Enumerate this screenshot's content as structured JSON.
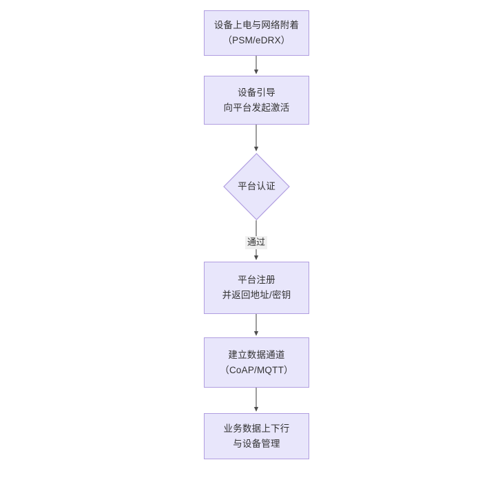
{
  "diagram": {
    "type": "flowchart",
    "orientation": "top-to-bottom",
    "title_visible": false,
    "background_color": "#ffffff",
    "node_fill_color": "#e8e6fb",
    "node_border_color": "#b09de0",
    "node_text_color": "#333333",
    "edge_color": "#4d4d4d",
    "edge_label_background": "#f0f0f0",
    "nodes": [
      {
        "id": "n1",
        "shape": "rectangle",
        "label": "设备上电与网络附着\n（PSM/eDRX）",
        "line1": "设备上电与网络附着",
        "line2": "（PSM/eDRX）"
      },
      {
        "id": "n2",
        "shape": "rectangle",
        "label": "设备引导\n向平台发起激活",
        "line1": "设备引导",
        "line2": "向平台发起激活"
      },
      {
        "id": "n3",
        "shape": "diamond",
        "label": "平台认证",
        "line1": "平台认证",
        "line2": ""
      },
      {
        "id": "n4",
        "shape": "rectangle",
        "label": "平台注册\n并返回地址/密钥",
        "line1": "平台注册",
        "line2": "并返回地址/密钥"
      },
      {
        "id": "n5",
        "shape": "rectangle",
        "label": "建立数据通道\n（CoAP/MQTT）",
        "line1": "建立数据通道",
        "line2": "（CoAP/MQTT）"
      },
      {
        "id": "n6",
        "shape": "rectangle",
        "label": "业务数据上下行\n与设备管理",
        "line1": "业务数据上下行",
        "line2": "与设备管理"
      }
    ],
    "edges": [
      {
        "id": "e1",
        "from": "n1",
        "to": "n2",
        "label": ""
      },
      {
        "id": "e2",
        "from": "n2",
        "to": "n3",
        "label": ""
      },
      {
        "id": "e3",
        "from": "n3",
        "to": "n4",
        "label": "通过"
      },
      {
        "id": "e4",
        "from": "n4",
        "to": "n5",
        "label": ""
      },
      {
        "id": "e5",
        "from": "n5",
        "to": "n6",
        "label": ""
      }
    ]
  }
}
